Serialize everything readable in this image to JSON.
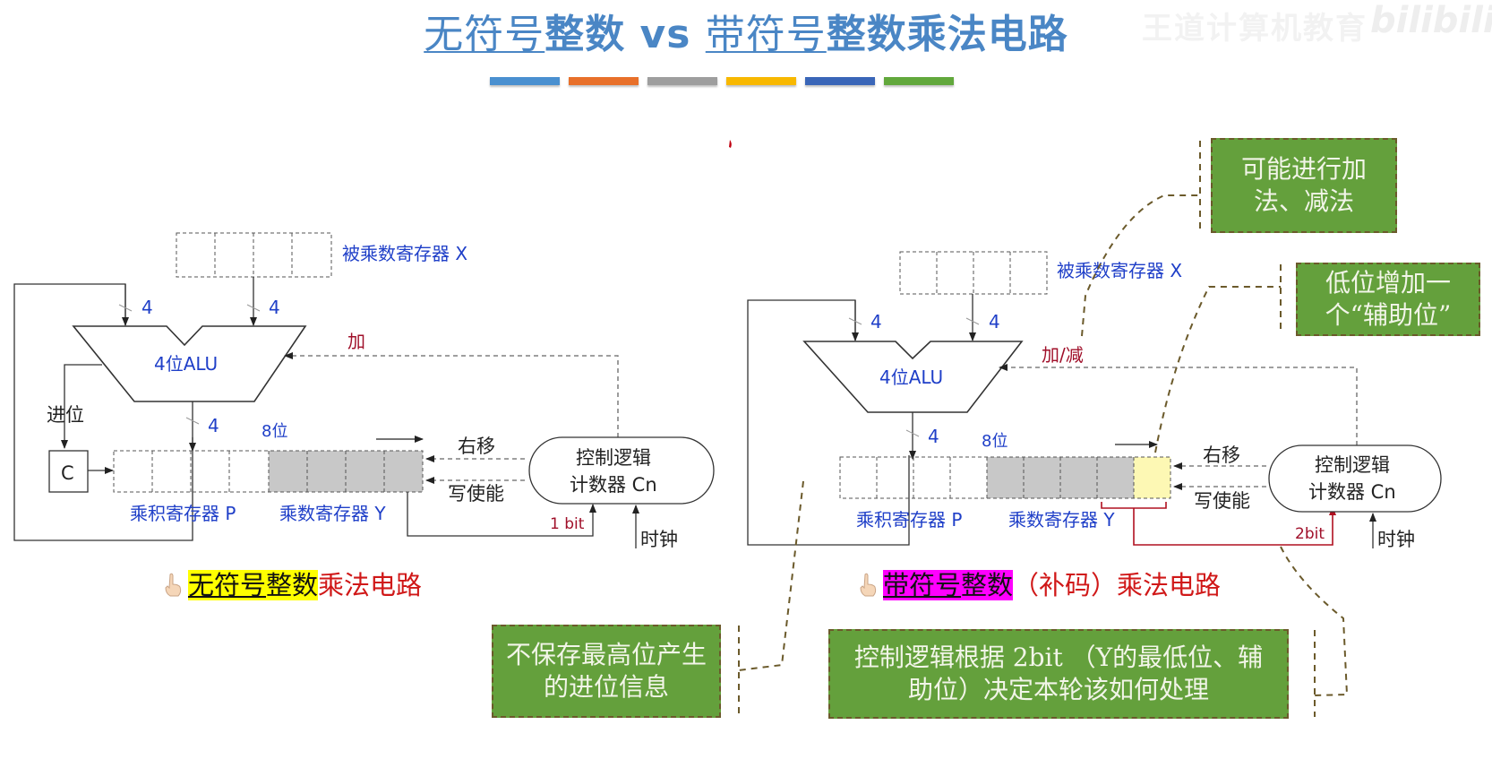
{
  "title": {
    "part1": "无符号",
    "part2": "整数 vs ",
    "part3": "带符号",
    "part4": "整数乘法电路"
  },
  "watermark": {
    "text": "王道计算机教育",
    "brand": "bilibili"
  },
  "color_bar": [
    "#4a90d0",
    "#e8702a",
    "#9e9e9e",
    "#f8b800",
    "#3a66b8",
    "#62a83c"
  ],
  "colors": {
    "accent_blue": "#1f3fc8",
    "red_label": "#a0102a",
    "note_green": "#64a03c",
    "highlight_yellow": "#ffff00",
    "highlight_magenta": "#ff00ff",
    "aux_bit_yellow": "#fdf8b4",
    "register_gray": "#c8c8c8"
  },
  "left": {
    "x_register_label": "被乘数寄存器 X",
    "alu_label": "4位ALU",
    "bus_width_left": "4",
    "bus_width_right": "4",
    "bus_width_out": "4",
    "op_label": "加",
    "carry_label": "进位",
    "carry_box": "C",
    "bits_label": "8位",
    "shift_label": "右移",
    "write_enable_label": "写使能",
    "control_line1": "控制逻辑",
    "control_line2": "计数器 Cn",
    "p_register_label": "乘积寄存器 P",
    "y_register_label": "乘数寄存器 Y",
    "feedback_label": "1 bit",
    "clock_label": "时钟",
    "caption_highlight_ul": "无符号",
    "caption_highlight": "整数",
    "caption_rest": "乘法电路"
  },
  "right": {
    "x_register_label": "被乘数寄存器 X",
    "alu_label": "4位ALU",
    "bus_width_left": "4",
    "bus_width_right": "4",
    "bus_width_out": "4",
    "op_label": "加/减",
    "bits_label": "8位",
    "shift_label": "右移",
    "write_enable_label": "写使能",
    "control_line1": "控制逻辑",
    "control_line2": "计数器 Cn",
    "p_register_label": "乘积寄存器 P",
    "y_register_label": "乘数寄存器 Y",
    "feedback_label": "2bit",
    "clock_label": "时钟",
    "caption_highlight_ul": "带符号",
    "caption_highlight": "整数",
    "caption_rest": "（补码）乘法电路"
  },
  "notes": {
    "add_sub": "可能进行加法、减法",
    "aux_bit": "低位增加一个“辅助位”",
    "no_carry": "不保存最高位产生的进位信息",
    "decide": "控制逻辑根据 2bit （Y的最低位、辅助位）决定本轮该如何处理"
  }
}
